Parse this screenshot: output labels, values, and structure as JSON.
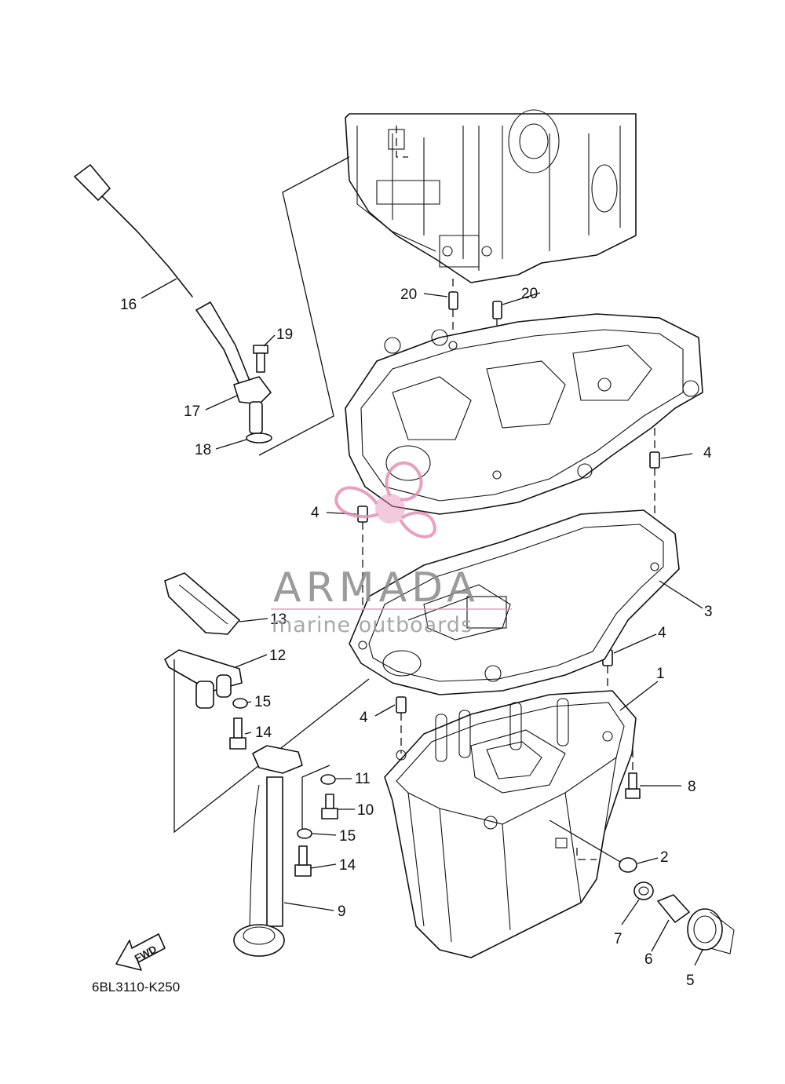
{
  "diagram_code": "6BL3110-K250",
  "fwd_label": "FWD",
  "watermark": {
    "brand": "ARMADA",
    "tagline": "marine outboards",
    "accent_color": "#e58fb6"
  },
  "callouts": [
    {
      "id": "1",
      "label": "1"
    },
    {
      "id": "2",
      "label": "2"
    },
    {
      "id": "3",
      "label": "3"
    },
    {
      "id": "4a",
      "label": "4"
    },
    {
      "id": "4b",
      "label": "4"
    },
    {
      "id": "4c",
      "label": "4"
    },
    {
      "id": "4d",
      "label": "4"
    },
    {
      "id": "5",
      "label": "5"
    },
    {
      "id": "6",
      "label": "6"
    },
    {
      "id": "7",
      "label": "7"
    },
    {
      "id": "8",
      "label": "8"
    },
    {
      "id": "9",
      "label": "9"
    },
    {
      "id": "10",
      "label": "10"
    },
    {
      "id": "11",
      "label": "11"
    },
    {
      "id": "12",
      "label": "12"
    },
    {
      "id": "13",
      "label": "13"
    },
    {
      "id": "14a",
      "label": "14"
    },
    {
      "id": "14b",
      "label": "14"
    },
    {
      "id": "15a",
      "label": "15"
    },
    {
      "id": "15b",
      "label": "15"
    },
    {
      "id": "16",
      "label": "16"
    },
    {
      "id": "17",
      "label": "17"
    },
    {
      "id": "18",
      "label": "18"
    },
    {
      "id": "19",
      "label": "19"
    },
    {
      "id": "20a",
      "label": "20"
    },
    {
      "id": "20b",
      "label": "20"
    }
  ]
}
